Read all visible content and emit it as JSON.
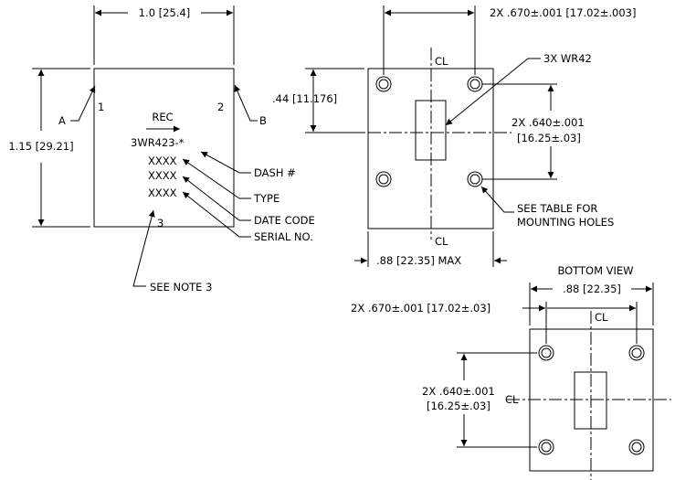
{
  "labels": {
    "width_dim": "1.0 [25.4]",
    "height_dim": "1.15 [29.21]",
    "top_offset_dim": ".44 [11.176]",
    "top_spacing_dim": "2X .670±.001 [17.02±.003]",
    "side_spacing_line1": "2X .640±.001",
    "side_spacing_line2": "[16.25±.03]",
    "waveguide": "3X WR42",
    "mounting_line1": "SEE TABLE FOR",
    "mounting_line2": "MOUNTING HOLES",
    "max_width_dim": ".88 [22.35] MAX",
    "bottom_view_title": "BOTTOM VIEW",
    "bottom_width_dim": ".88 [22.35]",
    "bottom_spacing_dim": "2X .670±.001 [17.02±.03]",
    "bottom_side_line1": "2X .640±.001",
    "bottom_side_line2": "[16.25±.03]",
    "callout_a": "A",
    "callout_b": "B",
    "port_1": "1",
    "port_2": "2",
    "port_3": "3",
    "rec": "REC",
    "part_number": "3WR423-*",
    "code_1": "XXXX",
    "code_2": "XXXX",
    "code_3": "XXXX",
    "dash": "DASH #",
    "type": "TYPE",
    "date_code": "DATE CODE",
    "serial": "SERIAL NO.",
    "note": "SEE NOTE 3",
    "centerline": "CL"
  }
}
